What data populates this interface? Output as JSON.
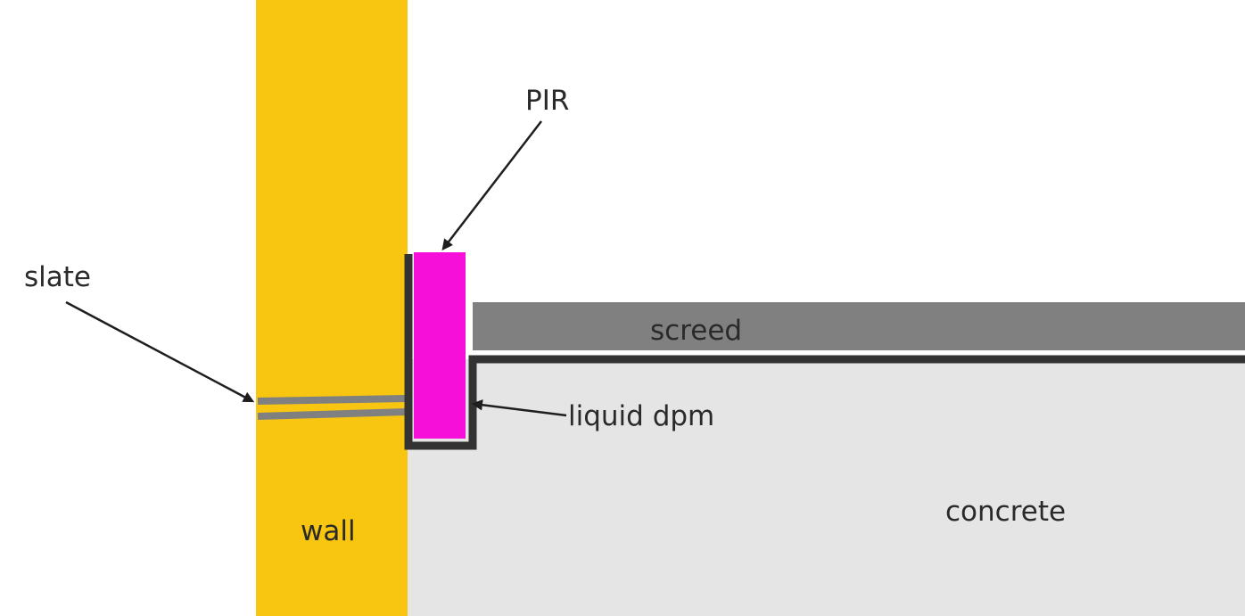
{
  "diagram": {
    "labels": {
      "pir": "PIR",
      "slate": "slate",
      "screed": "screed",
      "liquid_dpm": "liquid dpm",
      "concrete": "concrete",
      "wall": "wall"
    },
    "colors": {
      "background": "#ffffff",
      "wall": "#f8c510",
      "pir": "#f50fd8",
      "screed": "#808080",
      "concrete": "#e5e5e5",
      "dpm": "#333333",
      "slate": "#808080",
      "arrow": "#1e1e1e",
      "text": "#2a2a2a"
    }
  }
}
